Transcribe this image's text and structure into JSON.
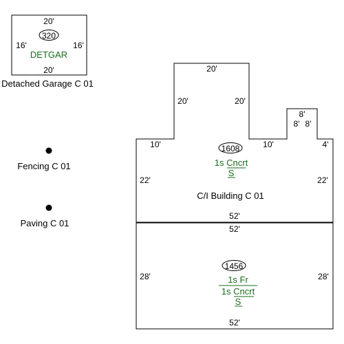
{
  "garage": {
    "top": "20'",
    "bottom": "20'",
    "left": "16'",
    "right": "16'",
    "area": "320",
    "code": "DETGAR",
    "caption": "Detached Garage C 01"
  },
  "fencing": {
    "caption": "Fencing C 01"
  },
  "paving": {
    "caption": "Paving C 01"
  },
  "building": {
    "tower_top": "20'",
    "tower_left": "20'",
    "tower_right": "20'",
    "left_top": "10'",
    "mid_top": "10'",
    "bump_top": "8'",
    "bump_left": "8'",
    "bump_right": "8'",
    "right_top": "4'",
    "left_side": "22'",
    "right_side": "22'",
    "bottom": "52'",
    "area": "1608",
    "construction": "1s Cncrt",
    "grade": "S",
    "caption": "C/I Building C 01"
  },
  "lower": {
    "top": "52'",
    "left": "28'",
    "right": "28'",
    "bottom": "52'",
    "area": "1456",
    "construction_upper": "1s Fr",
    "construction_lower": "1s Cncrt",
    "grade": "S"
  },
  "colors": {
    "construction_text": "#1a6b1a",
    "outline": "#000000"
  }
}
